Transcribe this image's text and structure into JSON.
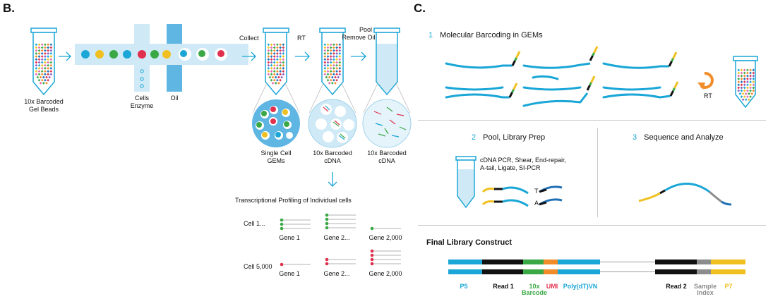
{
  "panel_b": {
    "label": "B.",
    "gel_beads_label": [
      "10x Barcoded",
      "Gel Beads"
    ],
    "cells_enzyme_label": [
      "Cells",
      "Enzyme"
    ],
    "oil_label": "Oil",
    "collect_label": "Collect",
    "rt_label": "RT",
    "pool_label": [
      "Pool",
      "Remove Oil"
    ],
    "circle1_label": [
      "Single Cell",
      "GEMs"
    ],
    "circle2_label": [
      "10x Barcoded",
      "cDNA"
    ],
    "circle3_label": [
      "10x Barcoded",
      "cDNA"
    ],
    "profiling_title": "Transcriptional Profiling of Individual cells",
    "cell1_label": "Cell 1...",
    "cell5000_label": "Cell 5,000",
    "gene_labels": [
      "Gene 1",
      "Gene 2...",
      "Gene 2,000"
    ]
  },
  "panel_c": {
    "label": "C.",
    "step1_num": "1",
    "step1_title": "Molecular Barcoding in GEMs",
    "rt_label": "RT",
    "step2_num": "2",
    "step2_title": "Pool, Library Prep",
    "step2_desc": [
      "cDNA PCR, Shear, End-repair,",
      "A-tail, Ligate, SI-PCR"
    ],
    "t_label": "T",
    "a_label": "A",
    "step3_num": "3",
    "step3_title": "Sequence and Analyze",
    "final_title": "Final Library Construct",
    "construct_labels": {
      "p5": "P5",
      "read1": "Read 1",
      "barcode": [
        "10x",
        "Barcode"
      ],
      "umi": "UMI",
      "polydt": "Poly(dT)VN",
      "read2": "Read 2",
      "sample_index": [
        "Sample",
        "Index"
      ],
      "p7": "P7"
    }
  },
  "colors": {
    "blue": "#1aa6d6",
    "dark_blue": "#1f6fb5",
    "light_blue": "#cfeaf6",
    "green": "#3aa845",
    "red": "#e0304e",
    "yellow": "#f0c020",
    "orange": "#f08c2a",
    "grey": "#8c8c8c",
    "black": "#111111"
  }
}
